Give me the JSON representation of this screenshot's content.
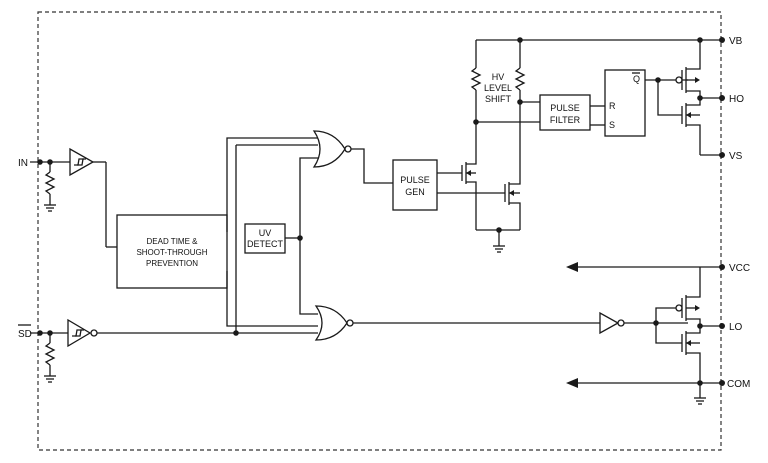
{
  "pins": {
    "in": "IN",
    "sd": "SD",
    "vb": "VB",
    "ho": "HO",
    "vs": "VS",
    "vcc": "VCC",
    "lo": "LO",
    "com": "COM"
  },
  "blocks": {
    "dead_time": [
      "DEAD TIME &",
      "SHOOT-THROUGH",
      "PREVENTION"
    ],
    "uv_detect": [
      "UV",
      "DETECT"
    ],
    "pulse_gen": [
      "PULSE",
      "GEN"
    ],
    "hv_level_shift": [
      "HV",
      "LEVEL",
      "SHIFT"
    ],
    "pulse_filter": [
      "PULSE",
      "FILTER"
    ],
    "latch": {
      "r": "R",
      "s": "S",
      "q": "Q"
    }
  }
}
